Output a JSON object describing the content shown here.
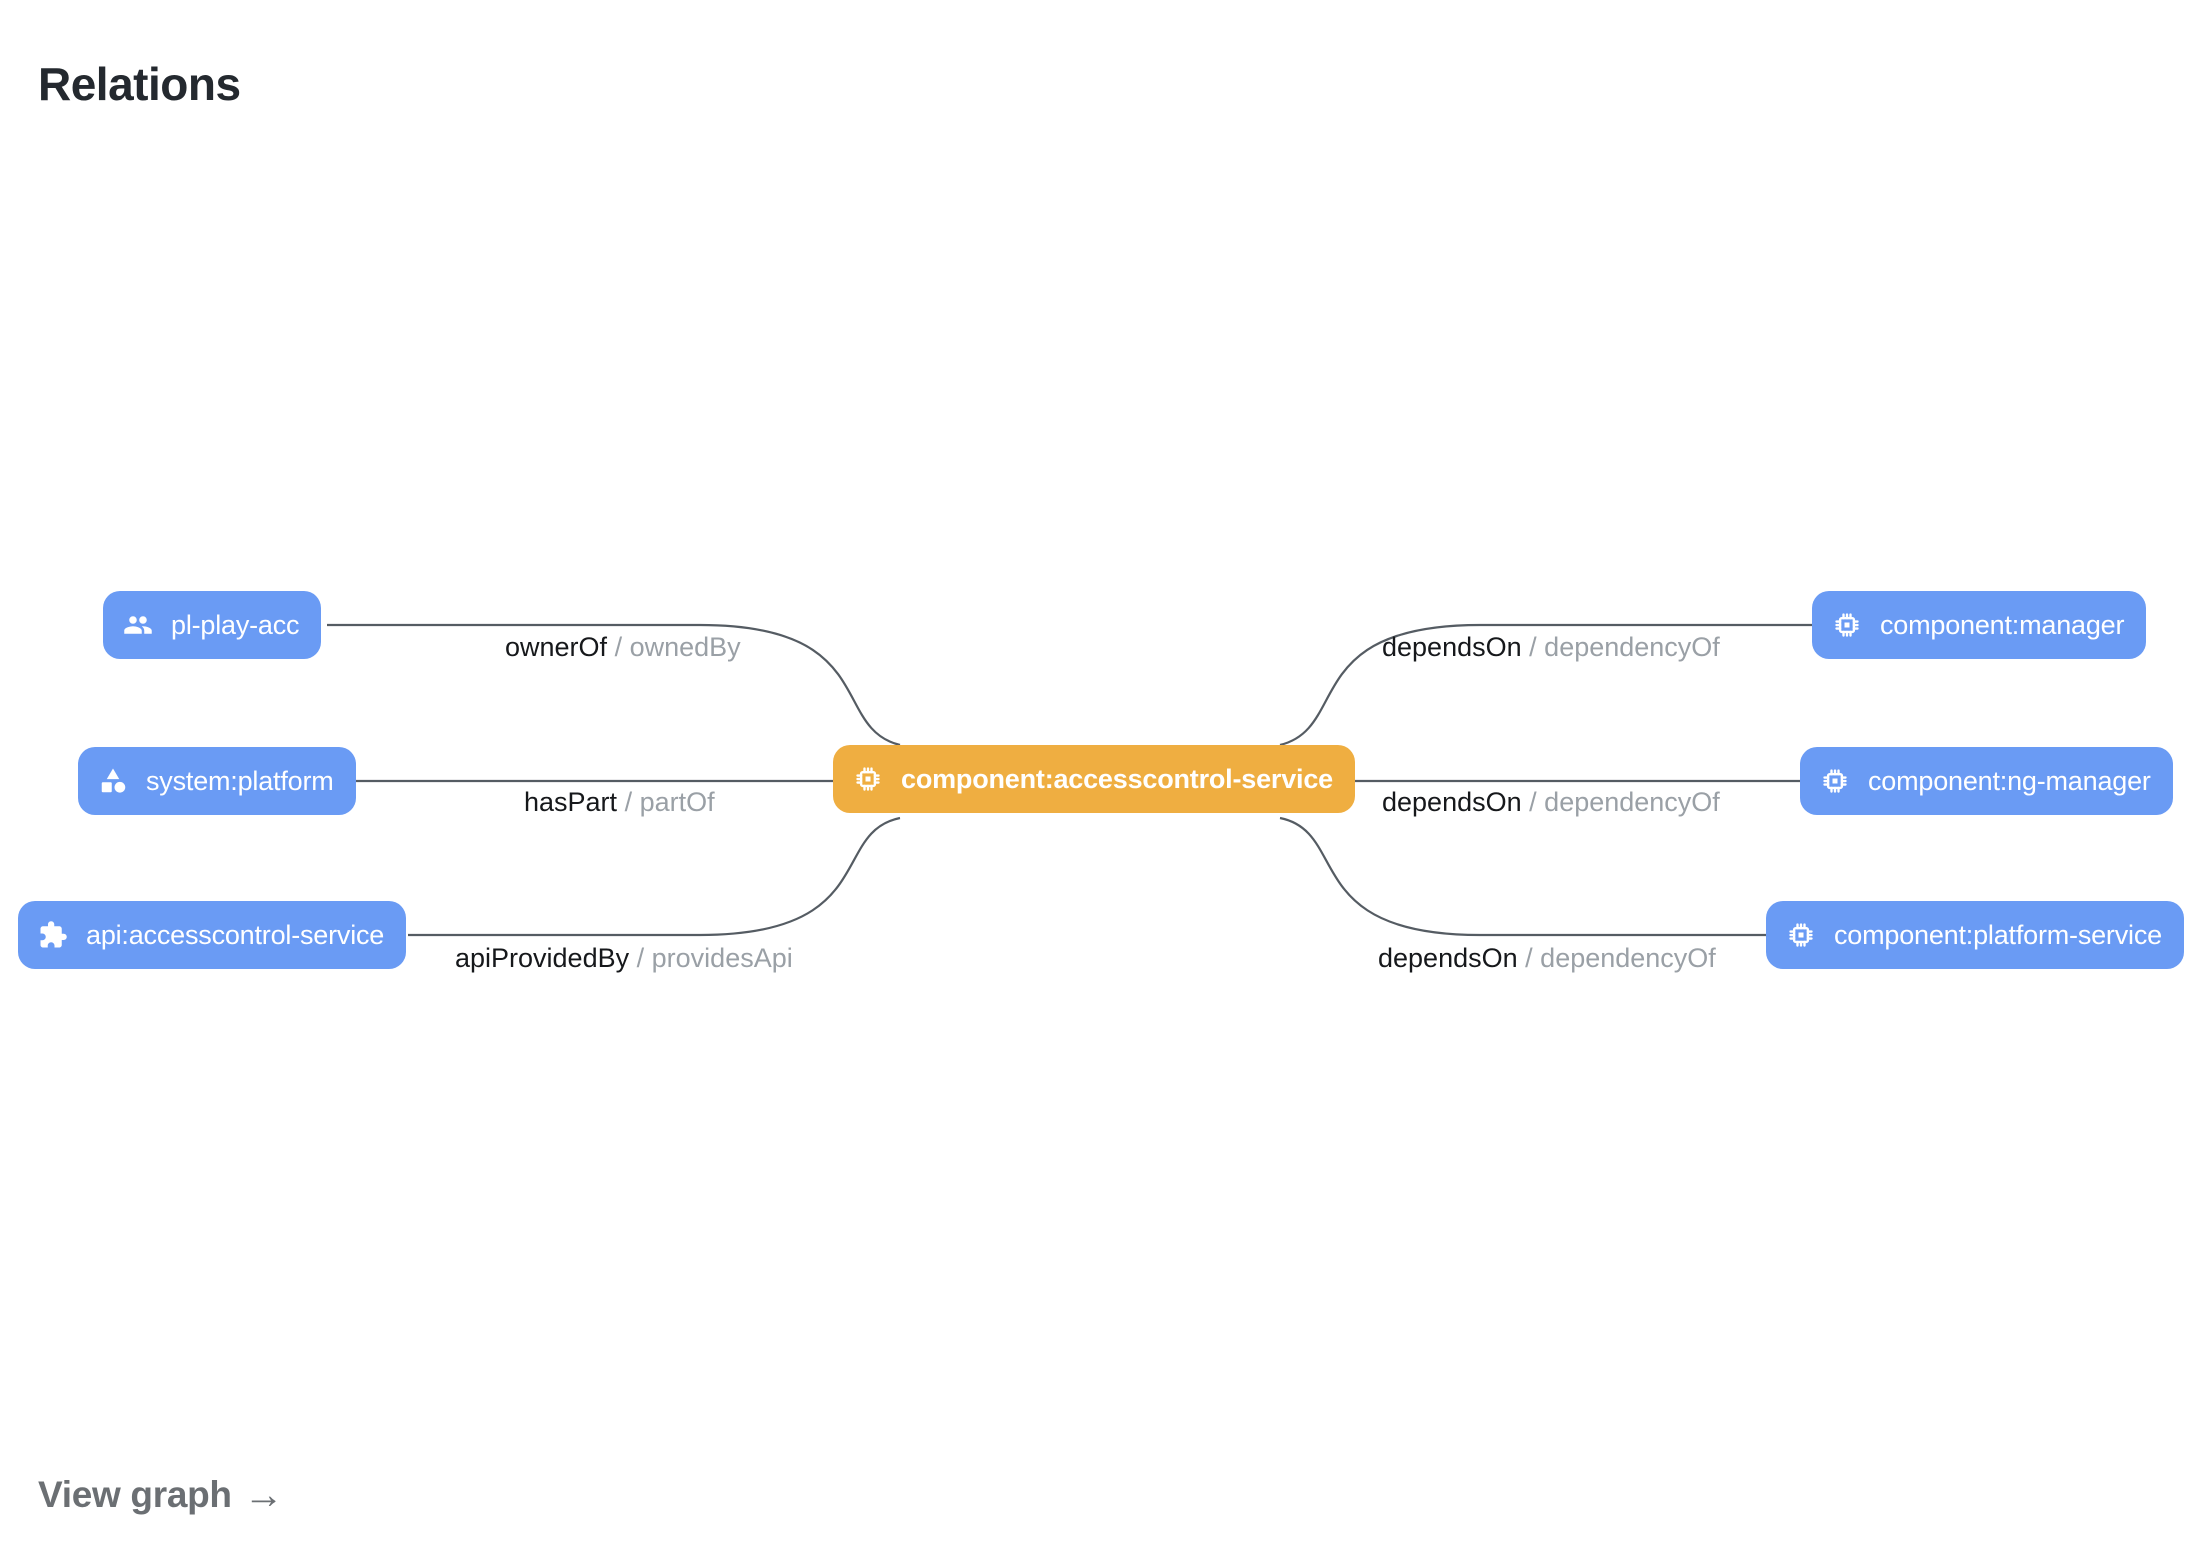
{
  "header": {
    "title": "Relations"
  },
  "footer": {
    "view_graph_label": "View graph",
    "arrow_glyph": "→"
  },
  "colors": {
    "node_blue": "#6a9bf4",
    "node_orange": "#efae41",
    "edge_stroke": "#555c63",
    "label_primary": "#16181b",
    "label_secondary": "#9aa0a6",
    "title": "#24292f",
    "link": "#6b6f73",
    "background": "#ffffff"
  },
  "graph": {
    "focus_node": {
      "id": "component:accesscontrol-service",
      "label": "component:accesscontrol-service",
      "icon": "memory-chip-icon",
      "kind": "component",
      "color": "#efae41"
    },
    "nodes": [
      {
        "id": "pl-play-acc",
        "label": "pl-play-acc",
        "icon": "group-people-icon",
        "kind": "group",
        "color": "#6a9bf4",
        "side": "left",
        "row": 0
      },
      {
        "id": "system:platform",
        "label": "system:platform",
        "icon": "category-shapes-icon",
        "kind": "system",
        "color": "#6a9bf4",
        "side": "left",
        "row": 1
      },
      {
        "id": "api:accesscontrol-service",
        "label": "api:accesscontrol-service",
        "icon": "puzzle-extension-icon",
        "kind": "api",
        "color": "#6a9bf4",
        "side": "left",
        "row": 2
      },
      {
        "id": "component:manager",
        "label": "component:manager",
        "icon": "memory-chip-icon",
        "kind": "component",
        "color": "#6a9bf4",
        "side": "right",
        "row": 0
      },
      {
        "id": "component:ng-manager",
        "label": "component:ng-manager",
        "icon": "memory-chip-icon",
        "kind": "component",
        "color": "#6a9bf4",
        "side": "right",
        "row": 1
      },
      {
        "id": "component:platform-service",
        "label": "component:platform-service",
        "icon": "memory-chip-icon",
        "kind": "component",
        "color": "#6a9bf4",
        "side": "right",
        "row": 2
      }
    ],
    "edges": [
      {
        "source": "pl-play-acc",
        "target": "component:accesscontrol-service",
        "forward": "ownerOf",
        "separator": "/",
        "reverse": "ownedBy"
      },
      {
        "source": "system:platform",
        "target": "component:accesscontrol-service",
        "forward": "hasPart",
        "separator": "/",
        "reverse": "partOf"
      },
      {
        "source": "api:accesscontrol-service",
        "target": "component:accesscontrol-service",
        "forward": "apiProvidedBy",
        "separator": "/",
        "reverse": "providesApi"
      },
      {
        "source": "component:accesscontrol-service",
        "target": "component:manager",
        "forward": "dependsOn",
        "separator": "/",
        "reverse": "dependencyOf"
      },
      {
        "source": "component:accesscontrol-service",
        "target": "component:ng-manager",
        "forward": "dependsOn",
        "separator": "/",
        "reverse": "dependencyOf"
      },
      {
        "source": "component:accesscontrol-service",
        "target": "component:platform-service",
        "forward": "dependsOn",
        "separator": "/",
        "reverse": "dependencyOf"
      }
    ]
  }
}
